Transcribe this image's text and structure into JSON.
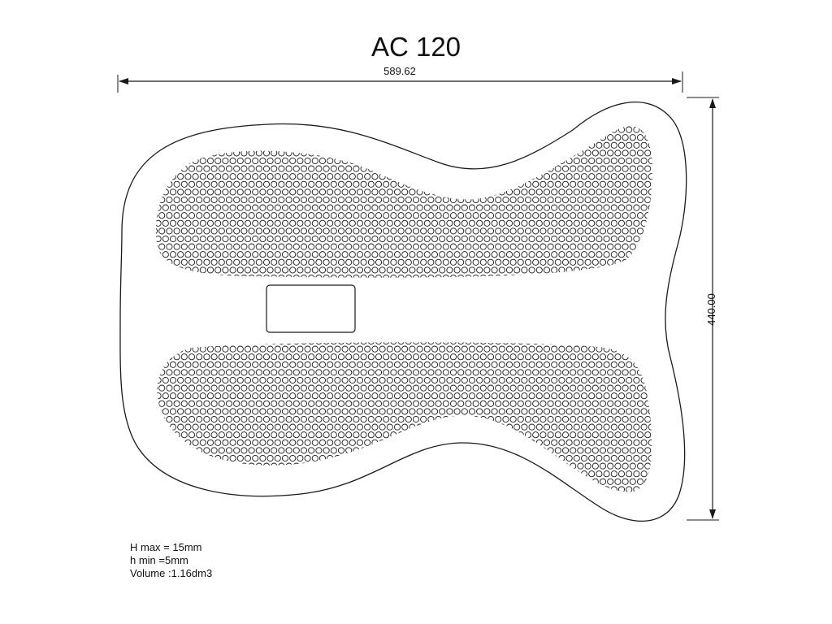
{
  "drawing": {
    "title": "AC 120",
    "width_dimension": "589.62",
    "height_dimension": "440.00"
  },
  "specs": [
    "H max = 15mm",
    "h min =5mm",
    "Volume :1.16dm3"
  ],
  "colors": {
    "line": "#1a1a1a",
    "background": "#ffffff"
  }
}
